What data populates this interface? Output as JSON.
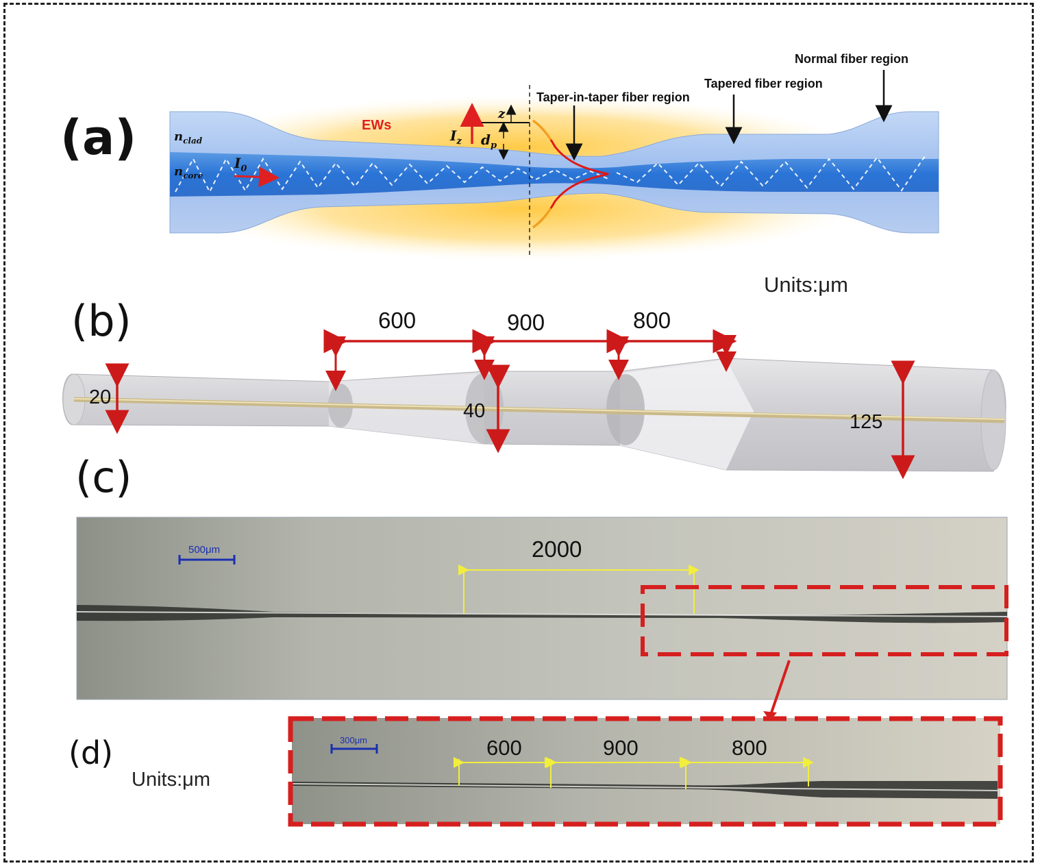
{
  "panels": {
    "a": {
      "label": "(a)",
      "n_clad": "n",
      "n_clad_sub": "clad",
      "n_core": "n",
      "n_core_sub": "core",
      "I0": "I",
      "I0_sub": "0",
      "EWs": "EWs",
      "Iz": "I",
      "Iz_sub": "z",
      "z": "z",
      "dp": "d",
      "dp_sub": "p",
      "region_taper_in_taper": "Taper-in-taper fiber region",
      "region_tapered": "Tapered fiber region",
      "region_normal": "Normal fiber region"
    },
    "b": {
      "label": "(b)",
      "units": "Units:μm",
      "lengths": [
        "600",
        "900",
        "800"
      ],
      "diameters": [
        "20",
        "40",
        "125"
      ]
    },
    "c": {
      "label": "(c)",
      "scale_bar": "500μm",
      "length": "2000"
    },
    "d": {
      "label": "(d)",
      "units": "Units:μm",
      "scale_bar": "300μm",
      "lengths": [
        "600",
        "900",
        "800"
      ]
    }
  },
  "colors": {
    "dimension_red": "#cc1a1a",
    "highlight_box_red": "#d61f1f",
    "micrograph_dimension_yellow": "#f2ee3c",
    "scale_bar_blue": "#1a2fb0",
    "evanescent_glow": "#ffc83d",
    "fiber_cladding": "#a9c8f2",
    "fiber_core": "#2f7bd8"
  }
}
